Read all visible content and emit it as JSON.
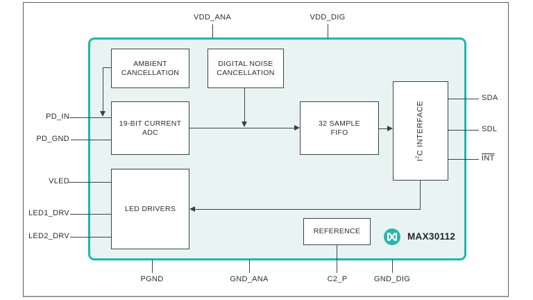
{
  "diagram": {
    "part_number": "MAX30112",
    "logo_name": "maxim-integrated-logo"
  },
  "colors": {
    "chip_border_teal": "#1ab9ad",
    "chip_fill_mint": "#e9f4f2",
    "logo_teal": "#29b5a8",
    "wire_dark": "#3c4043",
    "frame_gray": "#5a5c5e"
  },
  "blocks": {
    "ambient": {
      "line1": "AMBIENT",
      "line2": "CANCELLATION"
    },
    "dnc": {
      "line1": "DIGITAL NOISE",
      "line2": "CANCELLATION"
    },
    "adc": {
      "label": "19-BIT CURRENT ADC"
    },
    "fifo": {
      "line1": "32 SAMPLE",
      "line2": "FIFO"
    },
    "i2c": {
      "pre": "I",
      "sup": "2",
      "post": "C INTERFACE"
    },
    "led_drivers": {
      "label": "LED DRIVERS"
    },
    "reference": {
      "label": "REFERENCE"
    }
  },
  "pins": {
    "top": [
      {
        "label": "VDD_ANA"
      },
      {
        "label": "VDD_DIG"
      }
    ],
    "left": [
      {
        "label": "PD_IN"
      },
      {
        "label": "PD_GND"
      },
      {
        "label": "VLED"
      },
      {
        "label": "LED1_DRV"
      },
      {
        "label": "LED2_DRV"
      }
    ],
    "right": [
      {
        "label": "SDA",
        "overline": false
      },
      {
        "label": "SDL",
        "overline": false
      },
      {
        "label": "INT",
        "overline": true
      }
    ],
    "bottom": [
      {
        "label": "PGND"
      },
      {
        "label": "GND_ANA"
      },
      {
        "label": "C2_P"
      },
      {
        "label": "GND_DIG"
      }
    ]
  }
}
